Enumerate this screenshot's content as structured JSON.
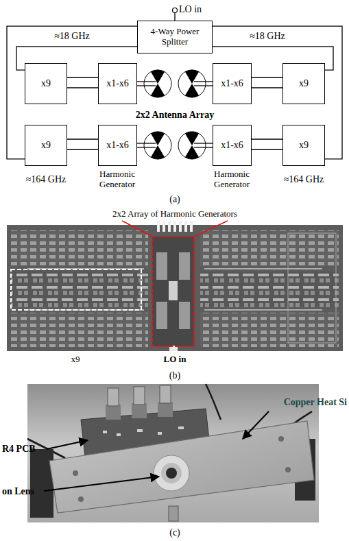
{
  "diagram": {
    "nodes": [
      {
        "text": [
          "4-Way Power Splitter"
        ]
      },
      {
        "text": [
          "x9"
        ]
      },
      {
        "text": [
          "x1-x6"
        ]
      },
      {
        "text": [
          "x1-x6"
        ]
      },
      {
        "text": [
          "x9"
        ]
      },
      {
        "text": [
          "x9"
        ]
      },
      {
        "text": [
          "x1-x6"
        ]
      },
      {
        "text": [
          "x1-x6"
        ]
      },
      {
        "text": [
          "x9"
        ]
      }
    ],
    "edges": [
      {
        "from": 0,
        "to": 1,
        "arrow": "none"
      },
      {
        "from": 0,
        "to": 5,
        "arrow": "none"
      },
      {
        "from": 0,
        "to": 4,
        "arrow": "none"
      },
      {
        "from": 0,
        "to": 8,
        "arrow": "none"
      },
      {
        "from": 1,
        "to": 2,
        "arrow": "none"
      },
      {
        "from": 5,
        "to": 6,
        "arrow": "none"
      },
      {
        "from": 4,
        "to": 3,
        "arrow": "none"
      },
      {
        "from": 8,
        "to": 7,
        "arrow": "none"
      }
    ],
    "labels": [
      "LO in",
      "≈18 GHz",
      "≈18 GHz",
      "2x2 Antenna Array",
      "Harmonic Generator",
      "Harmonic Generator",
      "≈164 GHz",
      "≈164 GHz",
      "(a)",
      "2x2 Array of Harmonic Generators",
      "x9",
      "LO in",
      "(b)",
      "Copper Heat Si",
      "R4 PCB",
      "on Lens",
      "(c)"
    ]
  }
}
